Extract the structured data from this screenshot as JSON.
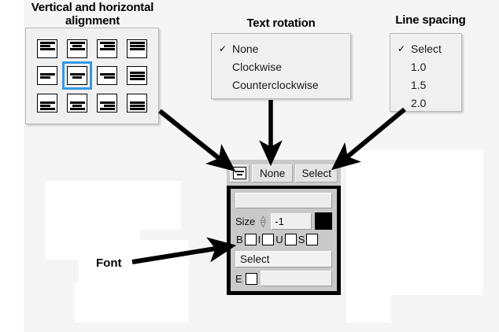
{
  "callouts": {
    "alignment_title": "Vertical and horizontal alignment",
    "rotation_title": "Text rotation",
    "spacing_title": "Line spacing",
    "font_title": "Font"
  },
  "alignment_panel": {
    "selected_index": 5,
    "cells": [
      {
        "name": "top-left",
        "vertical": "top",
        "horizontal": "left"
      },
      {
        "name": "top-center",
        "vertical": "top",
        "horizontal": "center"
      },
      {
        "name": "top-right",
        "vertical": "top",
        "horizontal": "right"
      },
      {
        "name": "top-justify",
        "vertical": "top",
        "horizontal": "justify"
      },
      {
        "name": "middle-left",
        "vertical": "middle",
        "horizontal": "left"
      },
      {
        "name": "middle-center",
        "vertical": "middle",
        "horizontal": "center"
      },
      {
        "name": "middle-right",
        "vertical": "middle",
        "horizontal": "right"
      },
      {
        "name": "middle-justify",
        "vertical": "middle",
        "horizontal": "justify"
      },
      {
        "name": "bottom-left",
        "vertical": "bottom",
        "horizontal": "left"
      },
      {
        "name": "bottom-center",
        "vertical": "bottom",
        "horizontal": "center"
      },
      {
        "name": "bottom-right",
        "vertical": "bottom",
        "horizontal": "right"
      },
      {
        "name": "bottom-justify",
        "vertical": "bottom",
        "horizontal": "justify"
      }
    ]
  },
  "rotation_dropdown": {
    "items": [
      {
        "label": "None",
        "checked": true
      },
      {
        "label": "Clockwise",
        "checked": false
      },
      {
        "label": "Counterclockwise",
        "checked": false
      }
    ]
  },
  "spacing_dropdown": {
    "items": [
      {
        "label": "Select",
        "checked": true
      },
      {
        "label": "1.0",
        "checked": false
      },
      {
        "label": "1.5",
        "checked": false
      },
      {
        "label": "2.0",
        "checked": false
      }
    ]
  },
  "toolbar": {
    "alignment_button_icon": "align-center-icon",
    "rotation_button_label": "None",
    "spacing_button_label": "Select",
    "font_name_value": "",
    "size_label": "Size",
    "size_value": "-1",
    "color_swatch": "#000000",
    "styles": [
      {
        "label": "B",
        "name": "bold",
        "checked": false
      },
      {
        "label": "I",
        "name": "italic",
        "checked": false
      },
      {
        "label": "U",
        "name": "underline",
        "checked": false
      },
      {
        "label": "S",
        "name": "strike",
        "checked": false
      }
    ],
    "effects_value": "Select",
    "e_label": "E",
    "e_checked": false,
    "e_field_value": ""
  },
  "colors": {
    "selection_highlight": "#3399e6",
    "panel_background": "#f0f0f0",
    "page_background": "#f5f5f5",
    "toolbar_gray": "#c9c9c9",
    "arrow_black": "#000000"
  }
}
